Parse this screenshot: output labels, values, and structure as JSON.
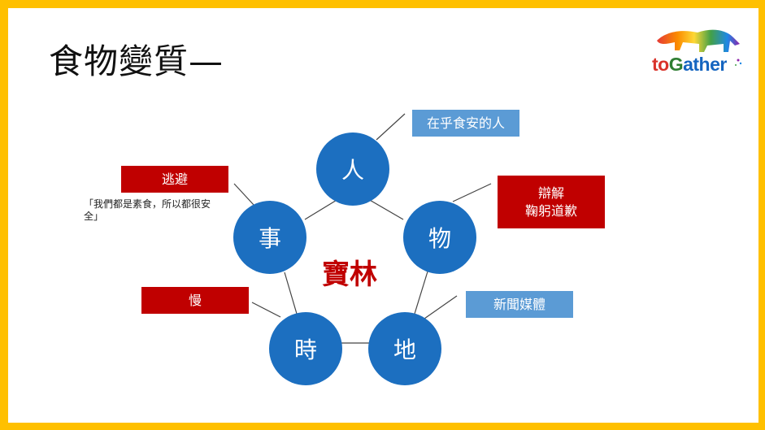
{
  "title": "食物變質—",
  "logo": {
    "text_to": "to",
    "text_g": "G",
    "text_ather": "ather"
  },
  "center_label": "寶林",
  "nodes": {
    "person": "人",
    "thing": "物",
    "place": "地",
    "time": "時",
    "matter": "事"
  },
  "labels": {
    "person_label": "在乎食安的人",
    "thing_label_line1": "辯解",
    "thing_label_line2": "鞠躬道歉",
    "place_label": "新聞媒體",
    "time_label": "慢",
    "matter_label": "逃避"
  },
  "quote": "「我們都是素食，所以都很安全」",
  "colors": {
    "frame": "#FFC000",
    "node": "#1C6FC0",
    "red_box": "#C00000",
    "blue_box": "#5B9BD5",
    "center_text": "#C00000"
  }
}
